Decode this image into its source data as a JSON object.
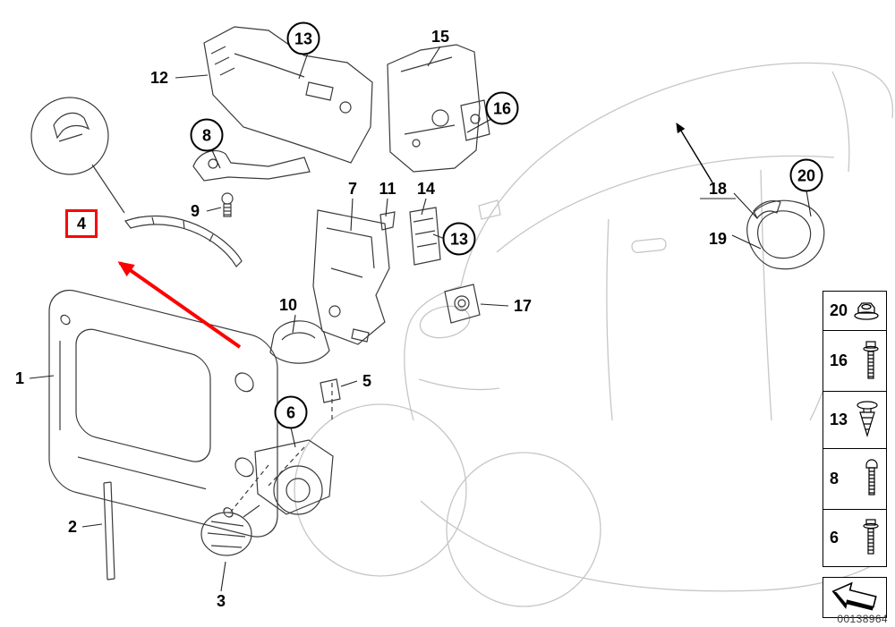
{
  "diagram": {
    "part_number": "00138964",
    "selected_callout": "4",
    "highlight_color": "#fe0000"
  },
  "callouts": [
    {
      "label": "12",
      "shape": "plain"
    },
    {
      "label": "13",
      "shape": "circle"
    },
    {
      "label": "15",
      "shape": "plain"
    },
    {
      "label": "16",
      "shape": "circle"
    },
    {
      "label": "8",
      "shape": "circle"
    },
    {
      "label": "9",
      "shape": "plain"
    },
    {
      "label": "7",
      "shape": "plain"
    },
    {
      "label": "11",
      "shape": "plain"
    },
    {
      "label": "14",
      "shape": "plain"
    },
    {
      "label": "13",
      "shape": "circle"
    },
    {
      "label": "4",
      "shape": "red-box"
    },
    {
      "label": "10",
      "shape": "plain"
    },
    {
      "label": "17",
      "shape": "plain"
    },
    {
      "label": "5",
      "shape": "plain"
    },
    {
      "label": "6",
      "shape": "circle"
    },
    {
      "label": "1",
      "shape": "plain"
    },
    {
      "label": "2",
      "shape": "plain"
    },
    {
      "label": "3",
      "shape": "plain"
    },
    {
      "label": "18",
      "shape": "plain"
    },
    {
      "label": "19",
      "shape": "plain"
    },
    {
      "label": "20",
      "shape": "circle"
    }
  ],
  "legend": {
    "items": [
      {
        "label": "20",
        "icon": "flange-nut-icon"
      },
      {
        "label": "16",
        "icon": "hex-flange-bolt-icon"
      },
      {
        "label": "13",
        "icon": "expansion-rivet-icon"
      },
      {
        "label": "8",
        "icon": "pan-head-screw-icon"
      },
      {
        "label": "6",
        "icon": "hex-flange-screw-icon"
      }
    ],
    "direction_arrow": "front-left-direction-arrow-icon"
  }
}
